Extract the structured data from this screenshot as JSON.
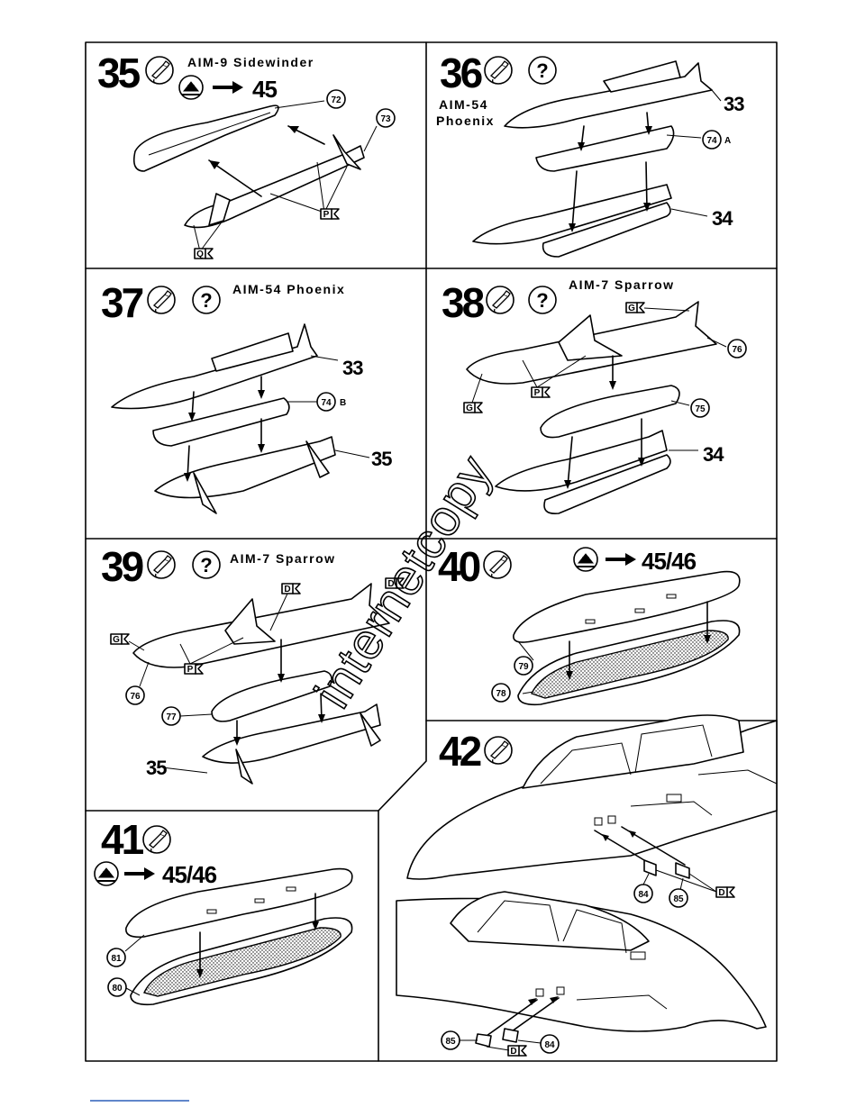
{
  "steps": [
    {
      "num": "35",
      "title": "AIM-9  Sidewinder",
      "ref": "45",
      "parts": [
        "72",
        "73"
      ],
      "flags": [
        "P",
        "Q"
      ]
    },
    {
      "num": "36",
      "title_line1": "AIM-54",
      "title_line2": "Phoenix",
      "parts": [
        "74"
      ],
      "part_suffix": "A",
      "refs": [
        "33",
        "34"
      ]
    },
    {
      "num": "37",
      "title": "AIM-54  Phoenix",
      "parts": [
        "74"
      ],
      "part_suffix": "B",
      "refs": [
        "33",
        "35"
      ]
    },
    {
      "num": "38",
      "title": "AIM-7  Sparrow",
      "parts": [
        "76",
        "75"
      ],
      "refs": [
        "34"
      ],
      "flags": [
        "G",
        "P",
        "G"
      ]
    },
    {
      "num": "39",
      "title": "AIM-7  Sparrow",
      "parts": [
        "76",
        "77"
      ],
      "refs": [
        "35"
      ],
      "flags": [
        "D",
        "D",
        "G",
        "P"
      ]
    },
    {
      "num": "40",
      "ref": "45/46",
      "parts": [
        "79",
        "78"
      ]
    },
    {
      "num": "41",
      "ref": "45/46",
      "parts": [
        "81",
        "80"
      ]
    },
    {
      "num": "42",
      "parts": [
        "84",
        "85",
        "85",
        "84"
      ],
      "flags": [
        "D",
        "D"
      ]
    }
  ],
  "watermark": "internetcopy",
  "icons": [
    "glue-tube-icon",
    "question-icon",
    "paint-icon",
    "arrow-icon"
  ]
}
